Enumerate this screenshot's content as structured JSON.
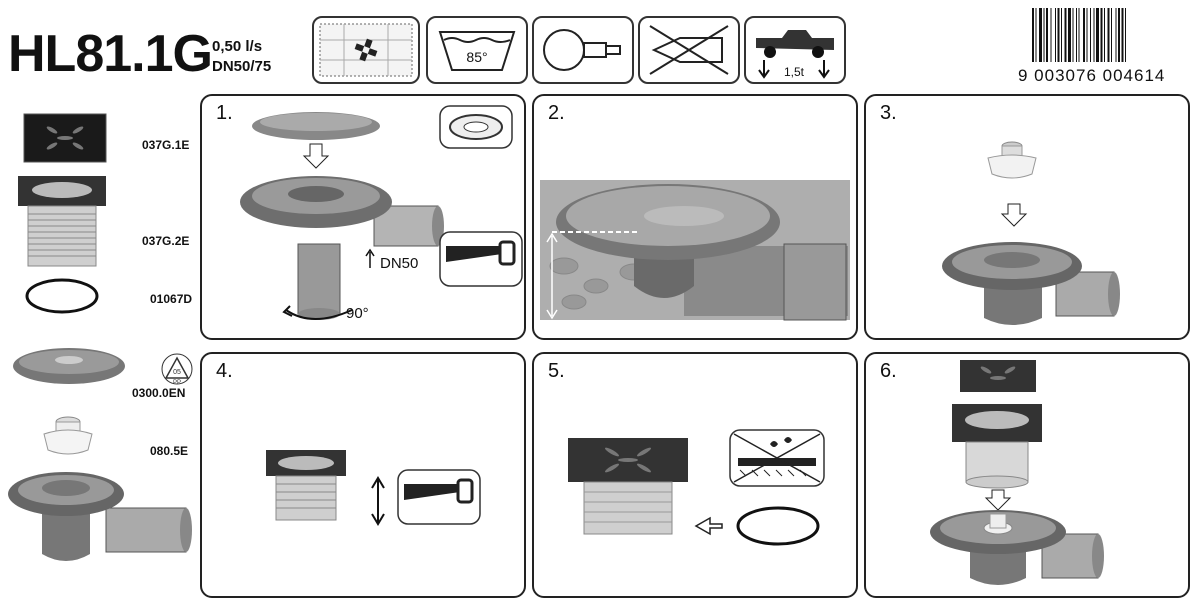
{
  "header": {
    "model": "HL81.1G",
    "flow_rate": "0,50 l/s",
    "pipe_size": "DN50/75",
    "icons": [
      {
        "name": "grating-icon",
        "label": ""
      },
      {
        "name": "hot-water-icon",
        "label": "85°"
      },
      {
        "name": "pipe-connection-icon",
        "label": ""
      },
      {
        "name": "no-high-pressure-icon",
        "label": ""
      },
      {
        "name": "vehicle-load-icon",
        "label": "1,5t"
      }
    ],
    "barcode_number": "9 003076 004614"
  },
  "parts": [
    {
      "code": "037G.1E"
    },
    {
      "code": "037G.2E"
    },
    {
      "code": "01067D"
    },
    {
      "code": "0300.0EN"
    },
    {
      "code": "080.5E"
    }
  ],
  "steps": [
    {
      "number": "1.",
      "annotation_dn": "DN50",
      "annotation_angle": "90°"
    },
    {
      "number": "2."
    },
    {
      "number": "3."
    },
    {
      "number": "4."
    },
    {
      "number": "5."
    },
    {
      "number": "6."
    }
  ],
  "recycle_label": {
    "code": "05",
    "material": "PP"
  }
}
